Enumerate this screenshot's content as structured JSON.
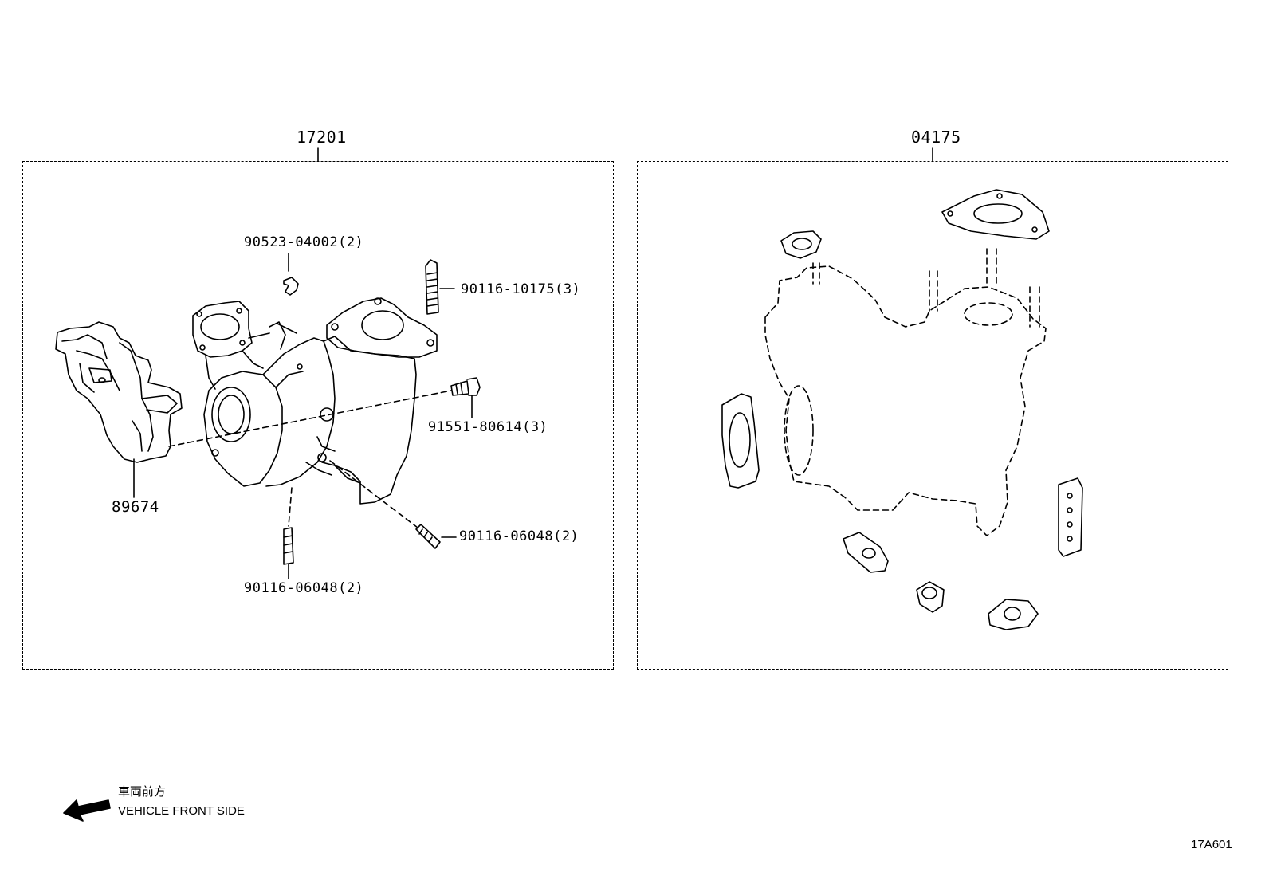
{
  "assemblies": {
    "left_title": "17201",
    "right_title": "04175"
  },
  "parts": {
    "p90523": "90523-04002(2)",
    "p90116a": "90116-10175(3)",
    "p91551": "91551-80614(3)",
    "p89674": "89674",
    "p90116b": "90116-06048(2)",
    "p90116c": "90116-06048(2)"
  },
  "direction": {
    "japanese": "車両前方",
    "english": "VEHICLE FRONT SIDE"
  },
  "diagram_code": "17A601"
}
